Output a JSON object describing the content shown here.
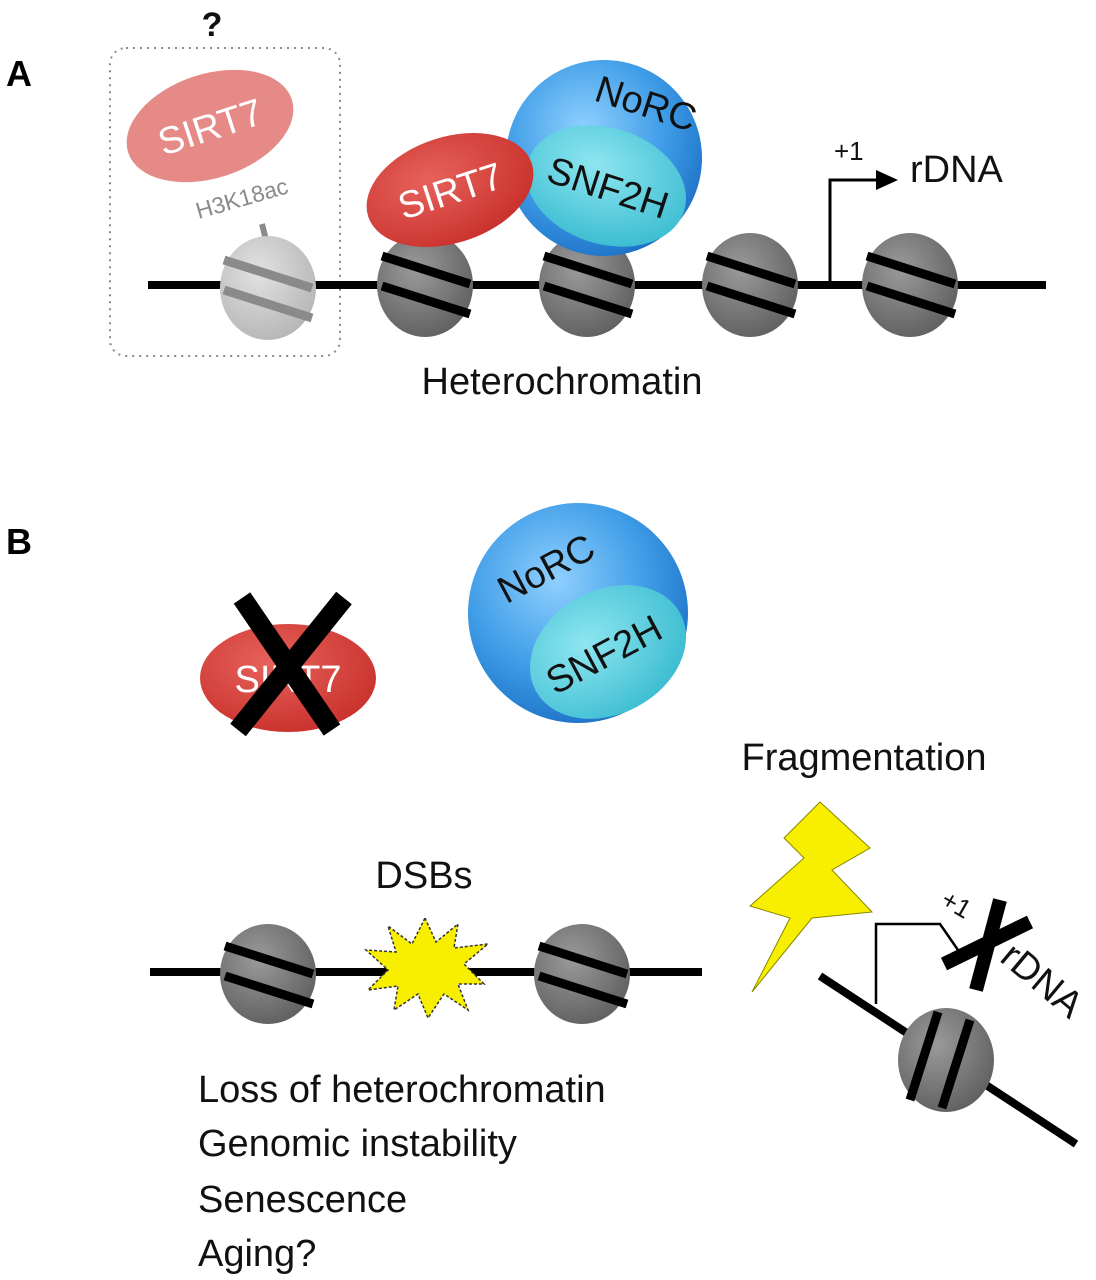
{
  "panel_a": {
    "label": "A",
    "question_mark": "?",
    "sirt7_faded": "SIRT7",
    "h3k18ac": "H3K18ac",
    "sirt7": "SIRT7",
    "norc": "NoRC",
    "snf2h": "SNF2H",
    "plus_one": "+1",
    "rdna": "rDNA",
    "heterochromatin": "Heterochromatin"
  },
  "panel_b": {
    "label": "B",
    "sirt7": "SIRT7",
    "norc": "NoRC",
    "snf2h": "SNF2H",
    "fragmentation": "Fragmentation",
    "dsbs": "DSBs",
    "plus_one": "+1",
    "rdna": "rDNA",
    "consequences": [
      "Loss of heterochromatin",
      "Genomic instability",
      "Senescence",
      "Aging?"
    ]
  },
  "colors": {
    "sirt7_red": "#d9453f",
    "sirt7_faded": "#e58a87",
    "norc_blue": "#2f8fdc",
    "snf2h_cyan": "#4cc8da",
    "nucleosome_gray": "#7a7a7a",
    "nucleosome_faded": "#c4c4c4",
    "lightning_yellow": "#f7ee00"
  }
}
